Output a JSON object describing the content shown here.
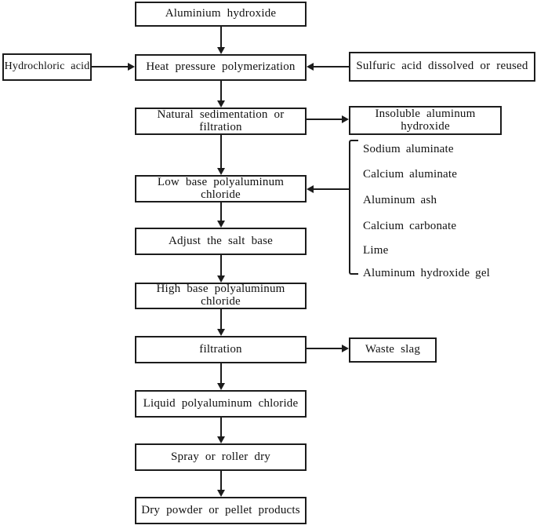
{
  "diagram": {
    "type": "flowchart",
    "subject": "polyaluminum chloride production process",
    "main_flow": {
      "aluminium_hydroxide": "Aluminium hydroxide",
      "heat_pressure_polymerization": "Heat pressure polymerization",
      "natural_sedimentation": "Natural sedimentation or filtration",
      "low_base_pac": "Low base polyaluminum chloride",
      "adjust_salt_base": "Adjust the salt base",
      "high_base_pac": "High base polyaluminum chloride",
      "filtration": "filtration",
      "liquid_pac": "Liquid polyaluminum chloride",
      "spray_roller_dry": "Spray or roller dry",
      "dry_powder_products": "Dry powder or pellet products"
    },
    "inputs": {
      "hydrochloric_acid": "Hydrochloric acid",
      "sulfuric_acid": "Sulfuric acid dissolved or reused",
      "additives": [
        "Sodium aluminate",
        "Calcium aluminate",
        "Aluminum ash",
        "Calcium carbonate",
        "Lime",
        "Aluminum hydroxide gel"
      ]
    },
    "outputs": {
      "insoluble_aluminum_hydroxide": "Insoluble aluminum hydroxide",
      "waste_slag": "Waste slag"
    },
    "colors": {
      "line": "#1c1c1c",
      "background": "#ffffff"
    }
  }
}
